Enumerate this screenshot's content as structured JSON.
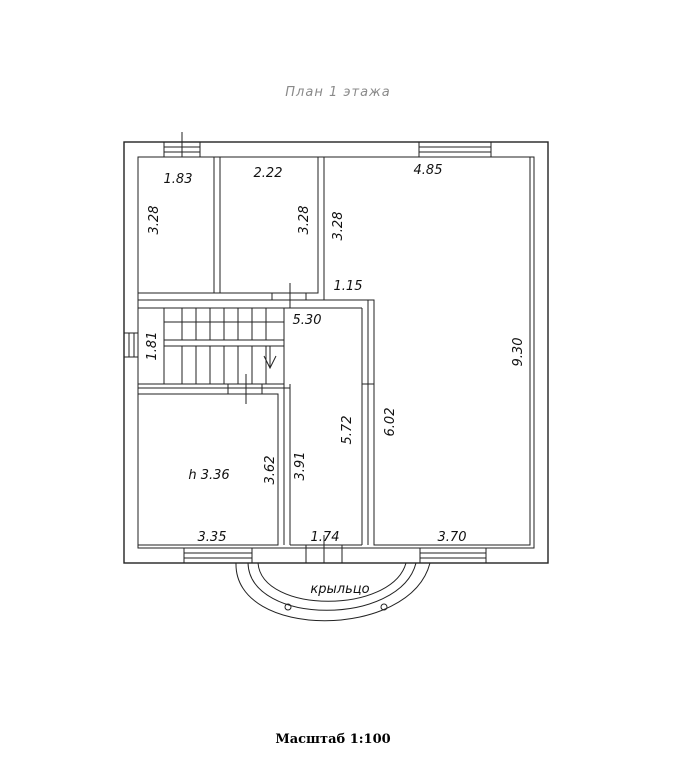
{
  "title": "План 1  этажа",
  "scale": "Масштаб 1:100",
  "porch_label": "крыльцо",
  "room_height_label": "h  3.36",
  "dimensions": {
    "top_left_width": "1.83",
    "top_left_depth": "3.28",
    "top_mid_width": "2.22",
    "top_mid_depth": "3.28",
    "right_room_width": "4.85",
    "right_room_depth_a": "3.28",
    "right_room_depth_total": "9.30",
    "notch": "1.15",
    "stair_width": "5.30",
    "stair_depth": "1.81",
    "bottom_left_width": "3.35",
    "bottom_left_depth": "3.62",
    "corridor_depth": "3.91",
    "hall_depth": "5.72",
    "right_lower_depth": "6.02",
    "corridor_width": "1.74",
    "right_bottom_width": "3.70"
  }
}
